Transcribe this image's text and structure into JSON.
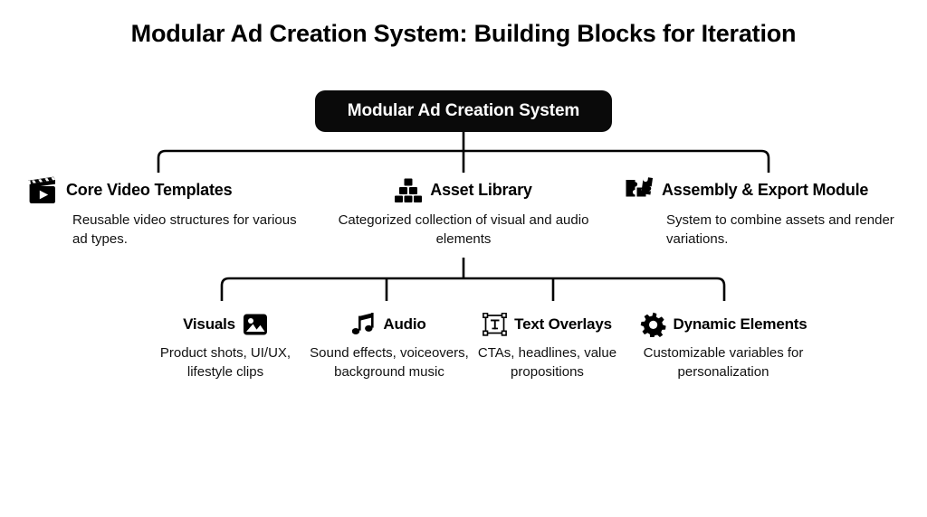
{
  "diagram": {
    "title": "Modular Ad Creation System: Building Blocks for Iteration",
    "root": {
      "label": "Modular Ad Creation System",
      "color": "#0a0a0a",
      "text_color": "#ffffff"
    },
    "tier2": [
      {
        "id": "core-video-templates",
        "label": "Core Video Templates",
        "description": "Reusable video structures for various ad types.",
        "icon": "clapperboard-icon"
      },
      {
        "id": "asset-library",
        "label": "Asset Library",
        "description": "Categorized collection of visual and audio elements",
        "icon": "blocks-stack-icon"
      },
      {
        "id": "assembly-export-module",
        "label": "Assembly & Export Module",
        "description": "System to combine assets and render variations.",
        "icon": "puzzle-pieces-icon"
      }
    ],
    "tier3": [
      {
        "id": "visuals",
        "label": "Visuals",
        "description": "Product shots, UI/UX, lifestyle clips",
        "icon": "image-icon",
        "icon_position": "after"
      },
      {
        "id": "audio",
        "label": "Audio",
        "description": "Sound effects, voiceovers, background music",
        "icon": "music-note-icon",
        "icon_position": "before"
      },
      {
        "id": "text-overlays",
        "label": "Text Overlays",
        "description": "CTAs, headlines, value propositions",
        "icon": "text-box-icon",
        "icon_position": "before"
      },
      {
        "id": "dynamic-elements",
        "label": "Dynamic Elements",
        "description": "Customizable variables for personalization",
        "icon": "gear-icon",
        "icon_position": "before"
      }
    ],
    "style": {
      "background": "#ffffff",
      "line_color": "#000000",
      "text_color": "#000000"
    }
  }
}
